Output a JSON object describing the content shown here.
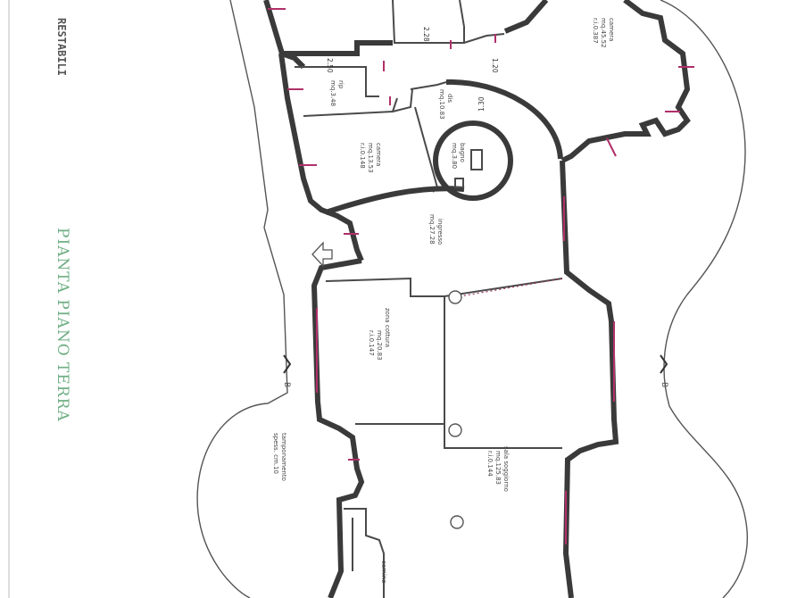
{
  "sheet": {
    "title": "PIANTA PIANO TERRA",
    "handwritten_note": "RESTABILI",
    "section_marker_left": "B",
    "section_marker_right": "B"
  },
  "rooms": [
    {
      "name": "camera",
      "area": "mq.45.52",
      "ratio": "r.i.0.387"
    },
    {
      "name": "rip",
      "area": "mq.3.48",
      "ratio": ""
    },
    {
      "name": "dis",
      "area": "mq.10.83",
      "ratio": ""
    },
    {
      "name": "bagno",
      "area": "mq.3.80",
      "ratio": ""
    },
    {
      "name": "camera",
      "area": "mq.13.53",
      "ratio": "r.i.0.148"
    },
    {
      "name": "ingresso",
      "area": "mq.27.28",
      "ratio": ""
    },
    {
      "name": "zona cottura",
      "area": "mq.20.83",
      "ratio": "r.i.0.147"
    },
    {
      "name": "sala soggiorno",
      "area": "mq.125.83",
      "ratio": "r.i.0.144"
    },
    {
      "name": "tamponamento",
      "area": "spess. cm.10",
      "ratio": ""
    },
    {
      "name": "camino",
      "area": "",
      "ratio": ""
    }
  ],
  "dimensions": [
    "1.20",
    "1.30",
    "2.28",
    "2.50"
  ],
  "colors": {
    "walls": "#3a3a3a",
    "windows": "#b0306a",
    "title": "#6fae84"
  }
}
